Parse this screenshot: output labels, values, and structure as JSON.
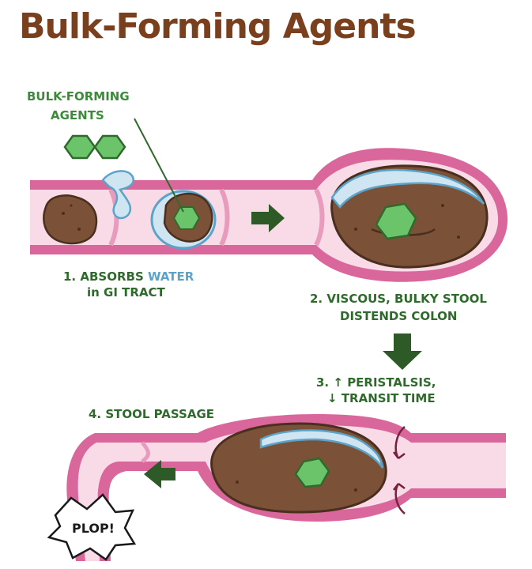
{
  "title": "Bulk-Forming Agents",
  "labels": {
    "agents_line1": "BULK-FORMING",
    "agents_line2": "AGENTS",
    "step1_prefix": "1. ABSORBS",
    "step1_water": "WATER",
    "step1_line2": "in GI TRACT",
    "step2_line1": "2. VISCOUS, BULKY STOOL",
    "step2_line2": "DISTENDS COLON",
    "step3_line1_prefix": "3.",
    "step3_line1_text": "PERISTALSIS,",
    "step3_line2_text": "TRANSIT TIME",
    "step3_up_arrow": "↑",
    "step3_down_arrow": "↓",
    "step4": "4. STOOL PASSAGE",
    "plop": "PLOP!"
  },
  "colors": {
    "title": "#7a3f1c",
    "label_green": "#2f6a2c",
    "water_blue": "#5ba3c9",
    "colon_wall": "#d9679b",
    "colon_lumen": "#f8dbe7",
    "stool_brown": "#7b5238",
    "agent_green": "#6cc46a",
    "arrow_green": "#2d5a27"
  },
  "icons": {
    "agent_molecule": "hexagon-pair-icon",
    "water_drop": "water-drop-icon",
    "flow_arrows": [
      "right-arrow-icon",
      "down-arrow-icon",
      "left-arrow-icon"
    ]
  }
}
